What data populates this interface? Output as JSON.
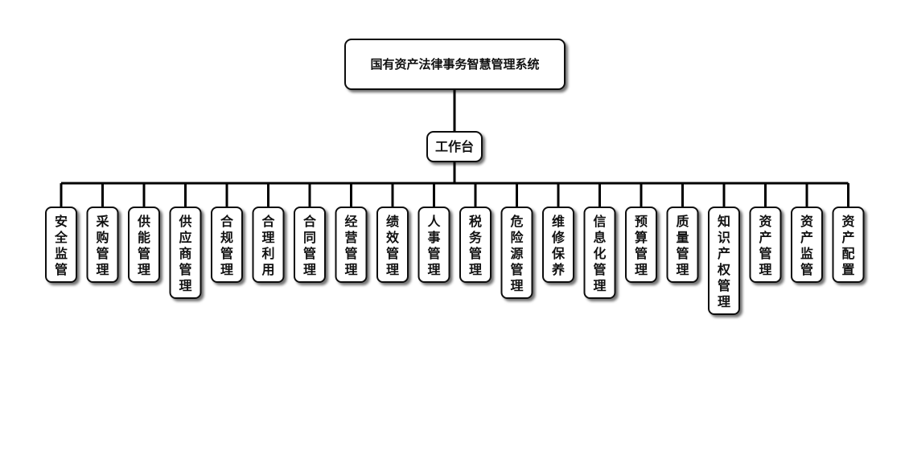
{
  "root": {
    "label": "国有资产法律事务智慧管理系统"
  },
  "hub": {
    "label": "工作台"
  },
  "modules": [
    {
      "id": "m1",
      "label": "安全监管"
    },
    {
      "id": "m2",
      "label": "采购管理"
    },
    {
      "id": "m3",
      "label": "供能管理"
    },
    {
      "id": "m4",
      "label": "供应商管理"
    },
    {
      "id": "m5",
      "label": "合规管理"
    },
    {
      "id": "m6",
      "label": "合理利用"
    },
    {
      "id": "m7",
      "label": "合同管理"
    },
    {
      "id": "m8",
      "label": "经营管理"
    },
    {
      "id": "m9",
      "label": "绩效管理"
    },
    {
      "id": "m10",
      "label": "人事管理"
    },
    {
      "id": "m11",
      "label": "税务管理"
    },
    {
      "id": "m12",
      "label": "危险源管理"
    },
    {
      "id": "m13",
      "label": "维修保养"
    },
    {
      "id": "m14",
      "label": "信息化管理"
    },
    {
      "id": "m15",
      "label": "预算管理"
    },
    {
      "id": "m16",
      "label": "质量管理"
    },
    {
      "id": "m17",
      "label": "知识产权管理"
    },
    {
      "id": "m18",
      "label": "资产管理"
    },
    {
      "id": "m19",
      "label": "资产监管"
    },
    {
      "id": "m20",
      "label": "资产配置"
    }
  ]
}
